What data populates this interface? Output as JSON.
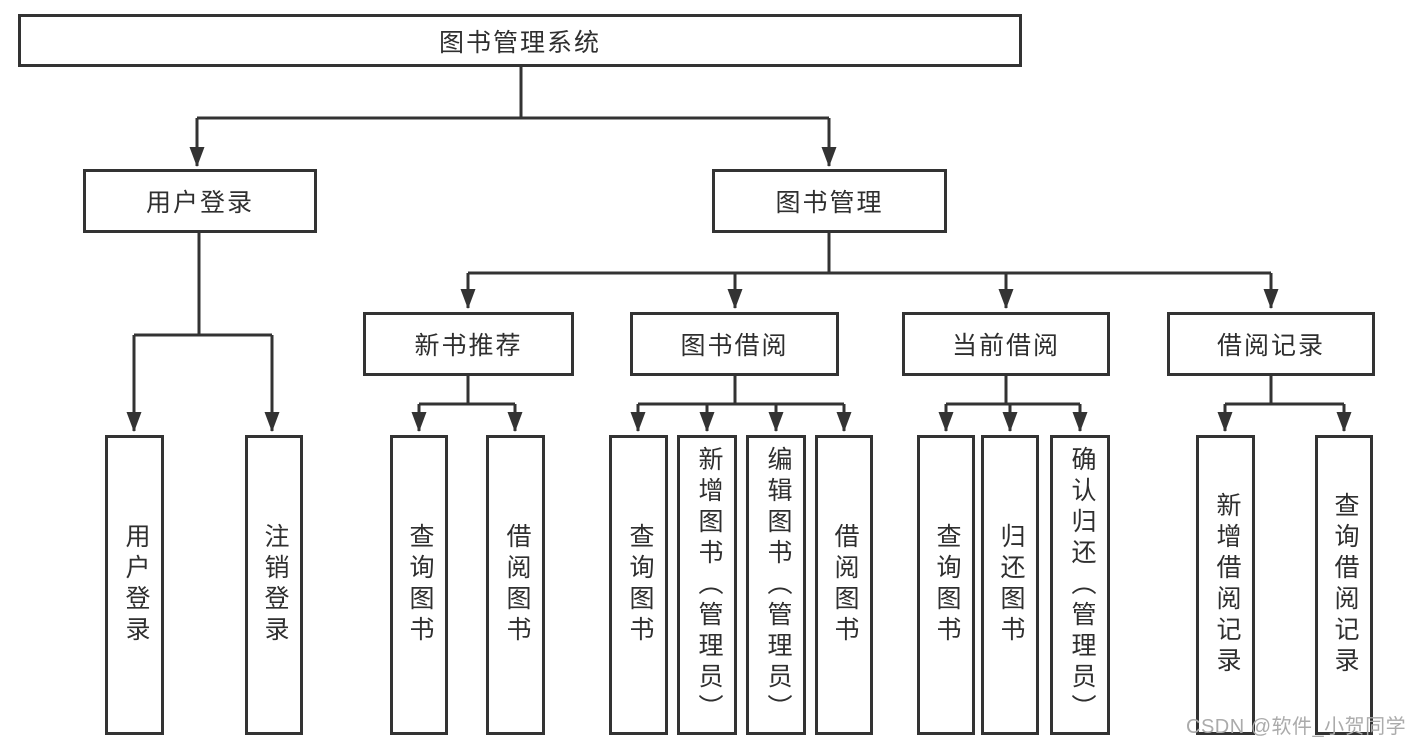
{
  "tree": {
    "root_label": "图书管理系统",
    "branches": [
      {
        "label": "用户登录",
        "children": [
          {
            "label": "用户登录"
          },
          {
            "label": "注销登录"
          }
        ]
      },
      {
        "label": "图书管理",
        "children": [
          {
            "label": "新书推荐",
            "children": [
              {
                "label": "查询图书"
              },
              {
                "label": "借阅图书"
              }
            ]
          },
          {
            "label": "图书借阅",
            "children": [
              {
                "label": "查询图书"
              },
              {
                "label": "新增图书（管理员）"
              },
              {
                "label": "编辑图书（管理员）"
              },
              {
                "label": "借阅图书"
              }
            ]
          },
          {
            "label": "当前借阅",
            "children": [
              {
                "label": "查询图书"
              },
              {
                "label": "归还图书"
              },
              {
                "label": "确认归还（管理员）"
              }
            ]
          },
          {
            "label": "借阅记录",
            "children": [
              {
                "label": "新增借阅记录"
              },
              {
                "label": "查询借阅记录"
              }
            ]
          }
        ]
      }
    ]
  },
  "watermark": {
    "text": "CSDN @软件_小贺同学"
  },
  "colors": {
    "line": "#333333",
    "border": "#333333",
    "text": "#2f2f2f",
    "background": "#ffffff",
    "watermark": "#ababab"
  }
}
